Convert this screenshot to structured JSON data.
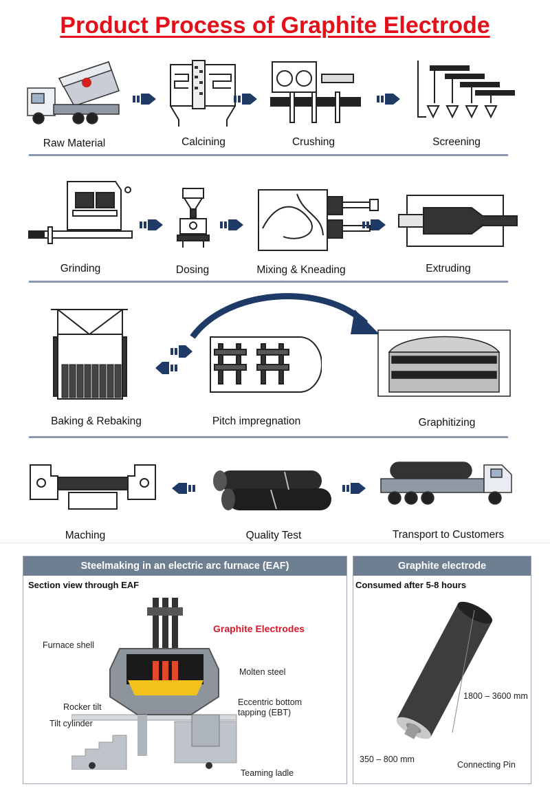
{
  "title": "Product Process of Graphite Electrode",
  "steps": {
    "raw_material": "Raw Material",
    "calcining": "Calcining",
    "crushing": "Crushing",
    "screening": "Screening",
    "grinding": "Grinding",
    "dosing": "Dosing",
    "mixing": "Mixing & Kneading",
    "extruding": "Extruding",
    "baking": "Baking & Rebaking",
    "pitch": "Pitch impregnation",
    "graphitizing": "Graphitizing",
    "maching": "Maching",
    "quality": "Quality Test",
    "transport": "Transport to Customers"
  },
  "eaf_panel": {
    "header": "Steelmaking in an electric arc furnace (EAF)",
    "subtitle": "Section view through EAF",
    "labels": {
      "electrodes": "Graphite Electrodes",
      "furnace_shell": "Furnace shell",
      "molten_steel": "Molten steel",
      "rocker_tilt": "Rocker tilt",
      "tilt_cylinder": "Tilt cylinder",
      "ebt": "Eccentric bottom tapping (EBT)",
      "teaming_ladle": "Teaming ladle"
    }
  },
  "electrode_panel": {
    "header": "Graphite electrode",
    "subtitle": "Consumed after 5-8 hours",
    "length": "1800 – 3600 mm",
    "diameter": "350 – 800 mm",
    "pin": "Connecting Pin"
  },
  "colors": {
    "title": "#e3101a",
    "arrow": "#1f3a66",
    "separator": "#8a98ad",
    "panel_header": "#6e7f91",
    "label_red": "#d8162a"
  }
}
